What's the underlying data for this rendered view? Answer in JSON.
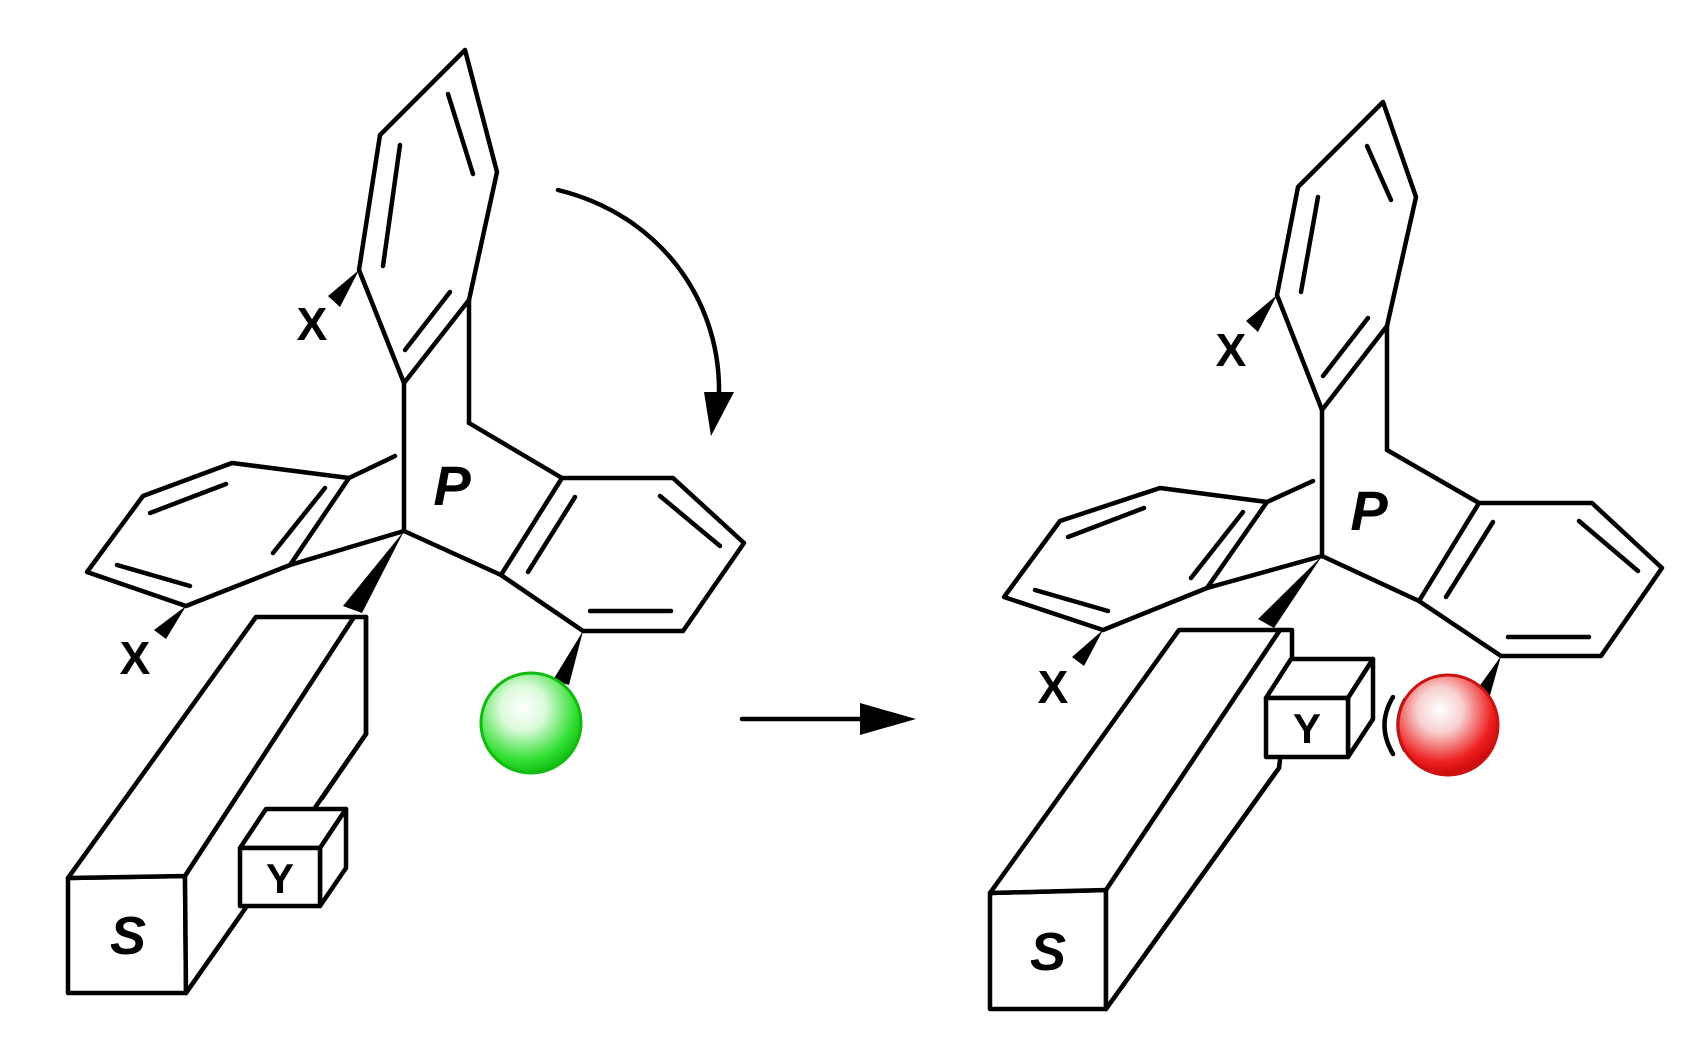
{
  "left_scheme": {
    "core_label": "P",
    "substituent_labels": [
      "X",
      "X"
    ],
    "scaffold_label": "S",
    "appendage_label": "Y",
    "sphere_color": "#22dd22",
    "rotation_arrow": "curved-arrow-icon"
  },
  "right_scheme": {
    "core_label": "P",
    "substituent_labels": [
      "X",
      "X"
    ],
    "scaffold_label": "S",
    "appendage_label": "Y",
    "sphere_color": "#ee1111",
    "contact_mark": "steric-clash-arc-icon"
  },
  "reaction_arrow": "right-arrow-icon"
}
